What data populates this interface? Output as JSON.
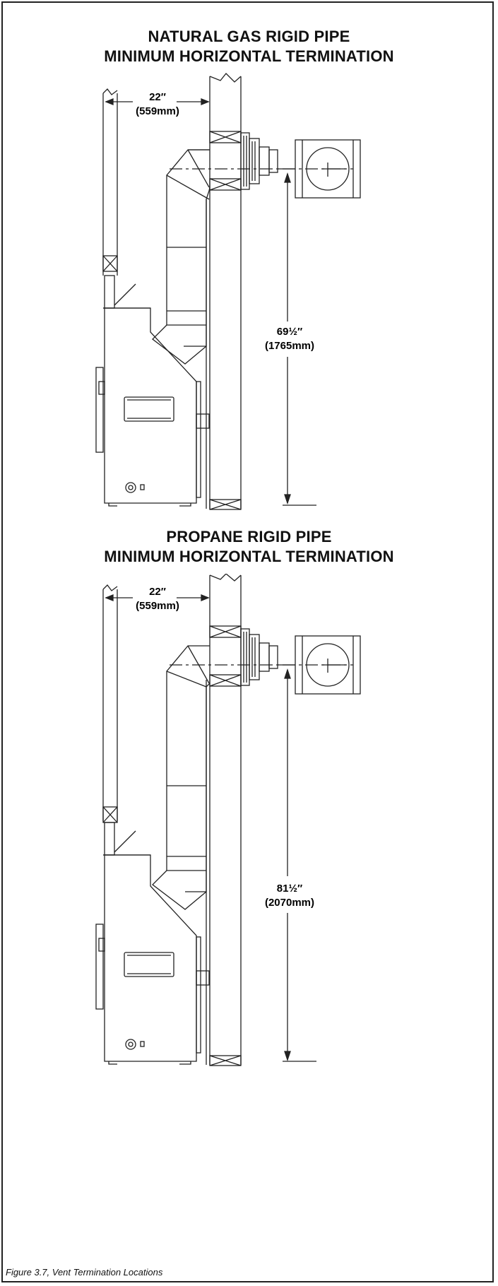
{
  "figures": [
    {
      "title_line1": "NATURAL GAS RIGID PIPE",
      "title_line2": "MINIMUM HORIZONTAL TERMINATION",
      "horizontal_dim": "22″",
      "horizontal_dim_metric": "(559mm)",
      "vertical_dim": "69½″",
      "vertical_dim_metric": "(1765mm)"
    },
    {
      "title_line1": "PROPANE RIGID PIPE",
      "title_line2": "MINIMUM HORIZONTAL TERMINATION",
      "horizontal_dim": "22″",
      "horizontal_dim_metric": "(559mm)",
      "vertical_dim": "81½″",
      "vertical_dim_metric": "(2070mm)"
    }
  ],
  "caption": "Figure 3.7, Vent Termination Locations",
  "colors": {
    "line": "#222222",
    "border": "#222222"
  }
}
